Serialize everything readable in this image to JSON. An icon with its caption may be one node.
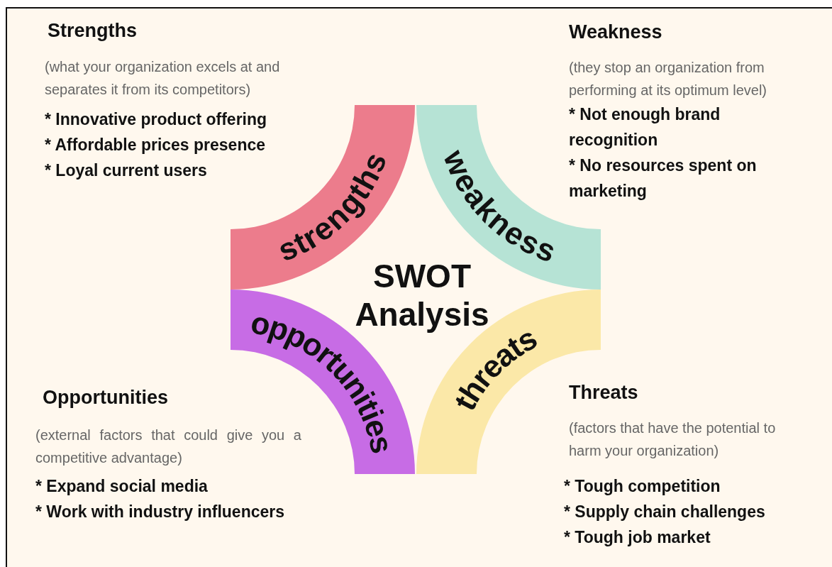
{
  "diagram": {
    "title": "SWOT Analysis",
    "nodes": [
      {
        "text": [
          "strengths"
        ]
      },
      {
        "text": [
          "weakness"
        ]
      },
      {
        "text": [
          "opportunities"
        ]
      },
      {
        "text": [
          "threats"
        ]
      }
    ],
    "labels": [
      "Strengths",
      "(what your organization excels at and separates it from its competitors)",
      "* Innovative product offering",
      "* Affordable prices presence",
      "* Loyal current users",
      "Weakness",
      "(they stop an organization from performing at its optimum level)",
      "* Not enough brand recognition",
      "* No resources spent on marketing",
      "Opportunities",
      "(external factors that could give you a competitive advantage)",
      "* Expand social media",
      "* Work with industry influencers",
      "Threats",
      "(factors that have the potential to harm your organization)",
      "* Tough competition",
      "* Supply chain challenges",
      "* Tough job market"
    ]
  }
}
